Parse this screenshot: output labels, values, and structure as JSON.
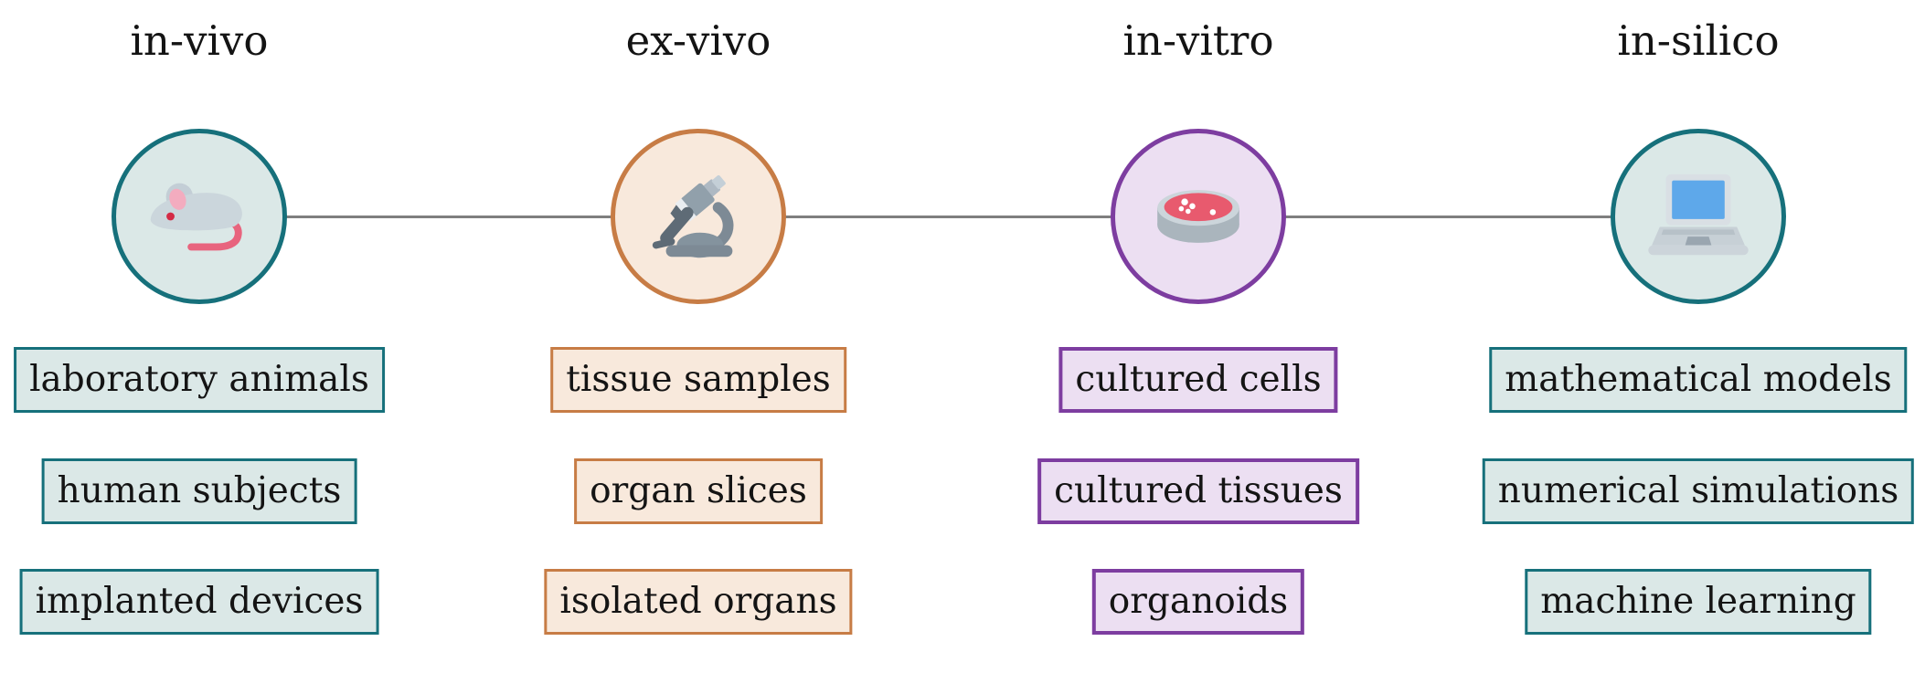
{
  "diagram": {
    "background_color": "#ffffff",
    "connector_color": "#7f7f7f",
    "text_color": "#141414",
    "columns": [
      {
        "title": "in-vivo",
        "icon": "mouse-icon",
        "theme": "teal",
        "border_color": "#16707b",
        "fill_color": "#dbe8e7",
        "items": [
          "laboratory animals",
          "human subjects",
          "implanted devices"
        ]
      },
      {
        "title": "ex-vivo",
        "icon": "microscope-icon",
        "theme": "orange",
        "border_color": "#c77c45",
        "fill_color": "#f8e9dc",
        "items": [
          "tissue samples",
          "organ slices",
          "isolated organs"
        ]
      },
      {
        "title": "in-vitro",
        "icon": "petri-dish-icon",
        "theme": "purple",
        "border_color": "#7d3da0",
        "fill_color": "#ecdff2",
        "items": [
          "cultured cells",
          "cultured tissues",
          "organoids"
        ]
      },
      {
        "title": "in-silico",
        "icon": "laptop-icon",
        "theme": "teal",
        "border_color": "#16707b",
        "fill_color": "#dbe8e7",
        "items": [
          "mathematical models",
          "numerical simulations",
          "machine learning"
        ]
      }
    ]
  }
}
